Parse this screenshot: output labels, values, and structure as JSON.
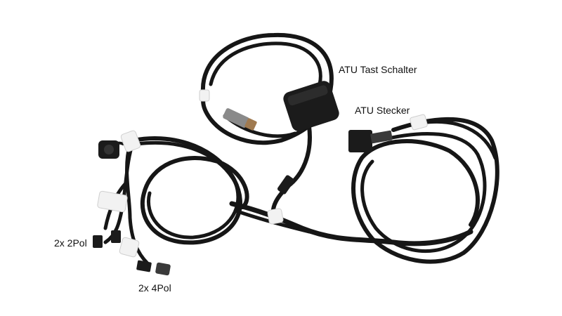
{
  "labels": {
    "switch": "ATU Tast Schalter",
    "plug": "ATU Stecker",
    "two_pin": "2x 2Pol",
    "four_pin": "2x 4Pol"
  },
  "colors": {
    "background": "#ffffff",
    "cable": "#161616",
    "sleeve_tag": "#f2f2f2",
    "connector_body": "#1b1b1b"
  }
}
